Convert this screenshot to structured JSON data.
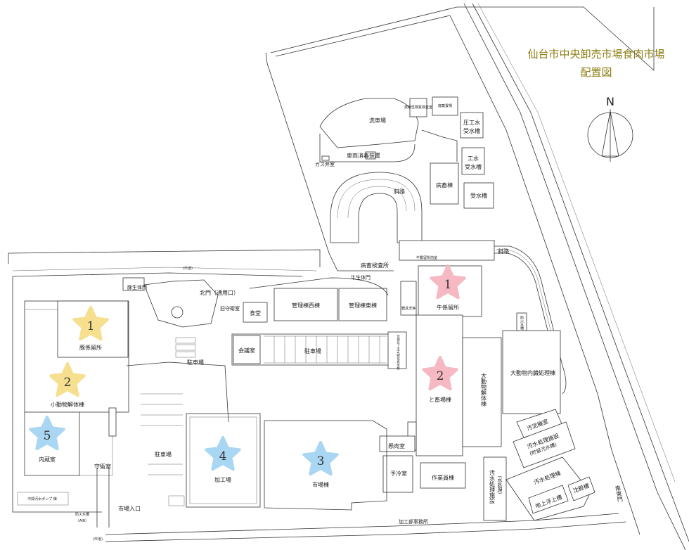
{
  "title": {
    "line1": "仙台市中央卸売市場食肉市場",
    "line2": "配置図"
  },
  "north": "N",
  "colors": {
    "yellow_star": "#f6df8e",
    "pink_star": "#f6b9c3",
    "blue_star": "#a9d6f3",
    "title": "#8a7d10"
  },
  "stars": [
    {
      "num": "1",
      "color": "yellow",
      "label": "豚係留所"
    },
    {
      "num": "2",
      "color": "yellow",
      "label": "小動物解体棟"
    },
    {
      "num": "5",
      "color": "blue",
      "label": "内蔵室"
    },
    {
      "num": "1",
      "color": "pink",
      "label": "牛係留所"
    },
    {
      "num": "2",
      "color": "pink",
      "label": "と畜場棟"
    },
    {
      "num": "4",
      "color": "blue",
      "label": "加工場"
    },
    {
      "num": "3",
      "color": "blue",
      "label": "市場棟"
    }
  ],
  "labels": {
    "washing": "洗車場",
    "radioactive": "放射性物質検査室",
    "storage_small": "廃棄置場",
    "pressure_tank": "圧工水",
    "pressure_tank2": "受水槽",
    "water_tank": "工水",
    "water_tank2": "受水槽",
    "receive_tank": "受水槽",
    "disinfect": "車両消毒装置",
    "gas": "ガス弁室",
    "slope1": "斜路",
    "slope2": "斜路",
    "sick_bldg": "病畜棟",
    "inspection": "病畜検査所",
    "cattle_gate": "牛生体門",
    "cattle_office": "牛繋留所前室",
    "road_top": "(市道)",
    "road_bottom": "(市道)",
    "pig_gate": "豚生体門",
    "north_gate": "北門（通用口）",
    "old_guard": "旧守衛室",
    "cafeteria": "食堂",
    "admin_west": "管理棟西棟",
    "admin_east": "管理棟東棟",
    "parking1": "駐車場",
    "parking_main": "駐車場",
    "parking3": "駐車場",
    "meeting": "会議室",
    "vertical_sign": "可視化ー不可視化表示板",
    "small_room": "器具洗浄",
    "large_animal": "大動物内臓処理棟",
    "large_dismantle": "大動物解体棟",
    "sewage1": "汚泥機室",
    "sewage2": "汚水処理施設",
    "sewage2b": "(貯留汚水槽)",
    "sewage3": "汚水処理棟",
    "tank_top": "地上浮上槽",
    "settling": "沈殿槽",
    "south_east_gate": "南東門",
    "cold_room": "懸肉室",
    "pre_cool": "予冷室",
    "work_bldg": "作業員棟",
    "water_facility": "汚水処理施設",
    "water_facility_sub": "（水処理）",
    "market_entrance": "市場入口",
    "guard_room": "守衛室",
    "processing_office": "加工部事務所",
    "pump": "中間汚水ポンプ 棟",
    "fire": "防火水槽",
    "fire2": "（AIR）",
    "fire_side": "防火水槽"
  }
}
